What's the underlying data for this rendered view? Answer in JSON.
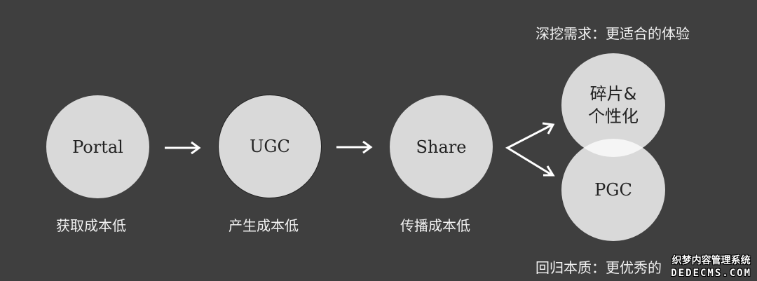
{
  "colors": {
    "background": "#3f3f3f",
    "circle_fill": "#d9d9d9",
    "overlap_fill": "#f5f5f5",
    "text_light": "#f2f2f2",
    "text_dark": "#222222"
  },
  "nodes": [
    {
      "id": "portal",
      "label": "Portal",
      "caption": "获取成本低"
    },
    {
      "id": "ugc",
      "label": "UGC",
      "caption": "产生成本低"
    },
    {
      "id": "share",
      "label": "Share",
      "caption": "传播成本低"
    },
    {
      "id": "fragment",
      "label_line1": "碎片&",
      "label_line2": "个性化",
      "caption": "深挖需求：更适合的体验"
    },
    {
      "id": "pgc",
      "label": "PGC",
      "caption": "回归本质：更优秀的"
    }
  ],
  "arrows": [
    {
      "from": "portal",
      "to": "ugc",
      "icon": "arrow-right-icon"
    },
    {
      "from": "ugc",
      "to": "share",
      "icon": "arrow-right-icon"
    },
    {
      "from": "share",
      "to": "fragment",
      "icon": "arrow-up-right-icon"
    },
    {
      "from": "share",
      "to": "pgc",
      "icon": "arrow-down-right-icon"
    }
  ],
  "watermark": {
    "line1": "织梦内容管理系统",
    "line2": "DEDECMS.COM"
  }
}
